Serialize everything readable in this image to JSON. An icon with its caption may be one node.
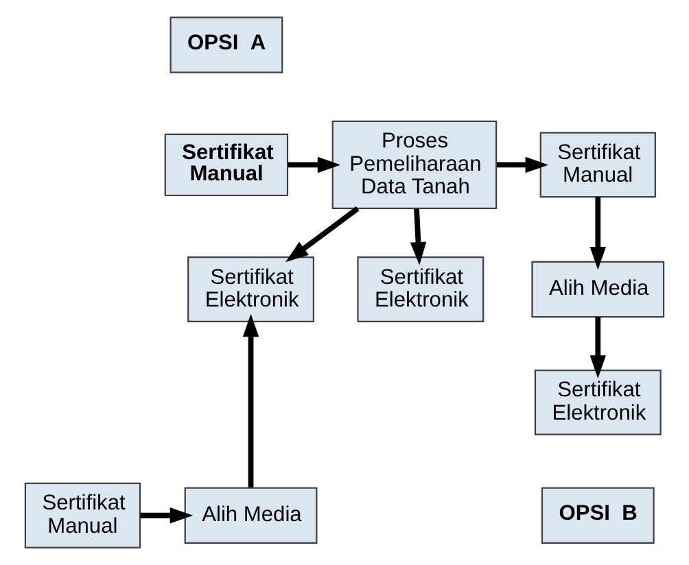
{
  "diagram": {
    "nodes": [
      {
        "text": [
          "OPSI  A"
        ]
      },
      {
        "text": [
          "Sertifikat Manual"
        ]
      },
      {
        "text": [
          "Proses Pemeliharaan Data Tanah"
        ]
      },
      {
        "text": [
          "Sertifikat Manual"
        ]
      },
      {
        "text": [
          "Sertifikat Elektronik"
        ]
      },
      {
        "text": [
          "Sertifikat Elektronik"
        ]
      },
      {
        "text": [
          "Alih Media"
        ]
      },
      {
        "text": [
          "Sertifikat Elektronik"
        ]
      },
      {
        "text": [
          "Alih Media"
        ]
      },
      {
        "text": [
          "Sertifikat Manual"
        ]
      },
      {
        "text": [
          "OPSI  B"
        ]
      }
    ],
    "edges": [
      {
        "from": 1,
        "to": 2,
        "arrow": "to"
      },
      {
        "from": 2,
        "to": 3,
        "arrow": "to"
      },
      {
        "from": 3,
        "to": 6,
        "arrow": "to"
      },
      {
        "from": 6,
        "to": 7,
        "arrow": "to"
      },
      {
        "from": 2,
        "to": 4,
        "arrow": "to"
      },
      {
        "from": 2,
        "to": 5,
        "arrow": "to"
      },
      {
        "from": 9,
        "to": 8,
        "arrow": "to"
      },
      {
        "from": 8,
        "to": 4,
        "arrow": "to"
      }
    ]
  }
}
